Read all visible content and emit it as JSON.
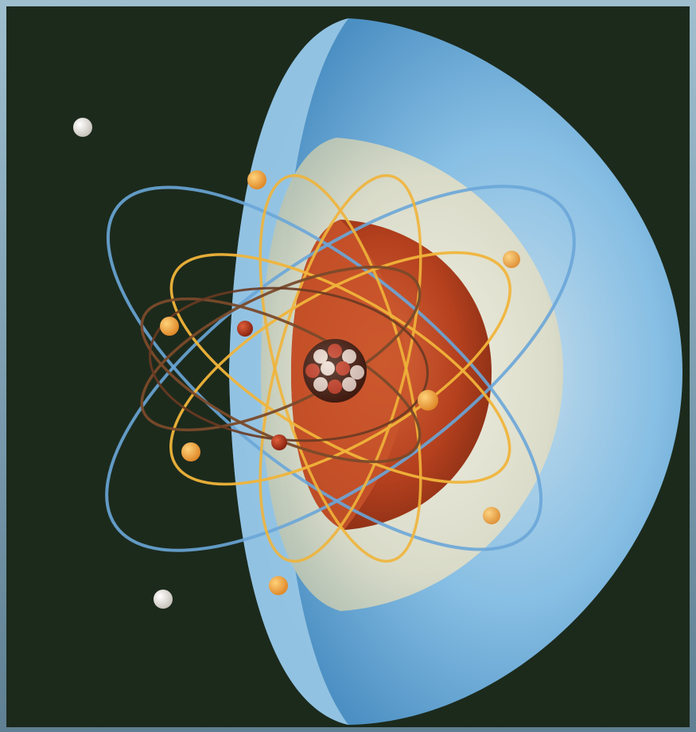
{
  "image": {
    "subject": "atom-shells-illustration",
    "colors": {
      "frame": "#8fb0c2",
      "background": "#1c2a1c",
      "outer_shell": "#6fb4e6",
      "middle_shell": "#d9ddc8",
      "inner_shell": "#b4401e",
      "nucleus": "#7a2a1a",
      "blue_orbit": "#6aa6d8",
      "yellow_orbit": "#f0b43a",
      "brown_orbit": "#7a4a2a",
      "white_electron": "#f2efe8",
      "orange_electron": "#f0a040",
      "red_electron": "#b83a20"
    },
    "counts": {
      "white_electrons": 2,
      "orange_electrons": 7,
      "red_electrons": 2
    }
  }
}
